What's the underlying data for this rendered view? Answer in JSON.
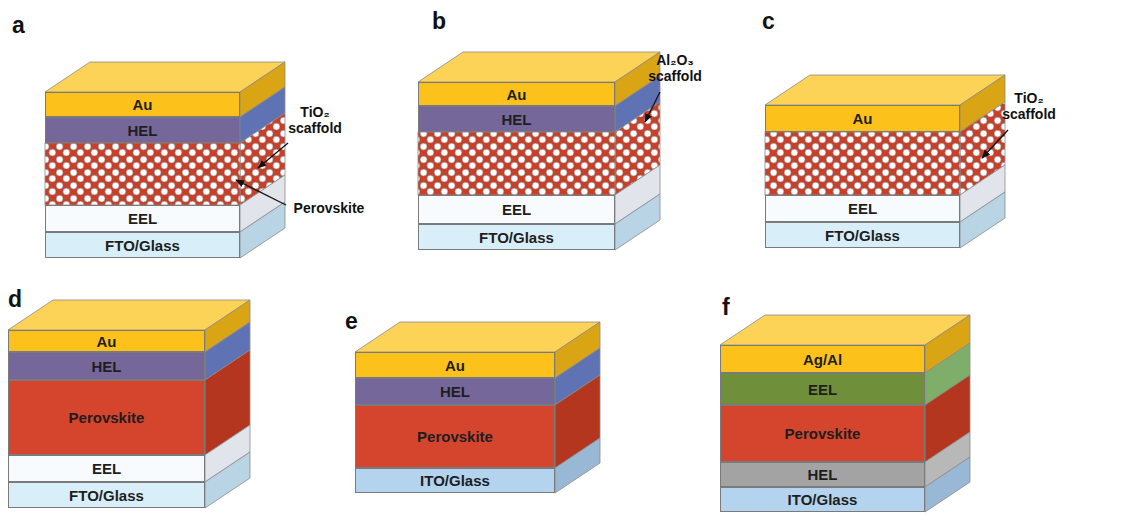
{
  "diagram": {
    "nodes": [
      {
        "text": [
          "Au"
        ]
      },
      {
        "text": [
          "HEL"
        ]
      },
      {
        "text": [
          "EEL"
        ]
      },
      {
        "text": [
          "FTO/Glass"
        ]
      },
      {
        "text": [
          "Au"
        ]
      },
      {
        "text": [
          "HEL"
        ]
      },
      {
        "text": [
          "EEL"
        ]
      },
      {
        "text": [
          "FTO/Glass"
        ]
      },
      {
        "text": [
          "Au"
        ]
      },
      {
        "text": [
          "EEL"
        ]
      },
      {
        "text": [
          "FTO/Glass"
        ]
      },
      {
        "text": [
          "Au"
        ]
      },
      {
        "text": [
          "HEL"
        ]
      },
      {
        "text": [
          "Perovskite"
        ]
      },
      {
        "text": [
          "EEL"
        ]
      },
      {
        "text": [
          "FTO/Glass"
        ]
      },
      {
        "text": [
          "Au"
        ]
      },
      {
        "text": [
          "HEL"
        ]
      },
      {
        "text": [
          "Perovskite"
        ]
      },
      {
        "text": [
          "ITO/Glass"
        ]
      },
      {
        "text": [
          "Ag/Al"
        ]
      },
      {
        "text": [
          "EEL"
        ]
      },
      {
        "text": [
          "Perovskite"
        ]
      },
      {
        "text": [
          "HEL"
        ]
      },
      {
        "text": [
          "ITO/Glass"
        ]
      }
    ],
    "labels": [
      "a",
      "TiO₂ scaffold",
      "Perovskite",
      "b",
      "Al₂O₃ scaffold",
      "c",
      "TiO₂ scaffold",
      "d",
      "e",
      "f"
    ]
  }
}
